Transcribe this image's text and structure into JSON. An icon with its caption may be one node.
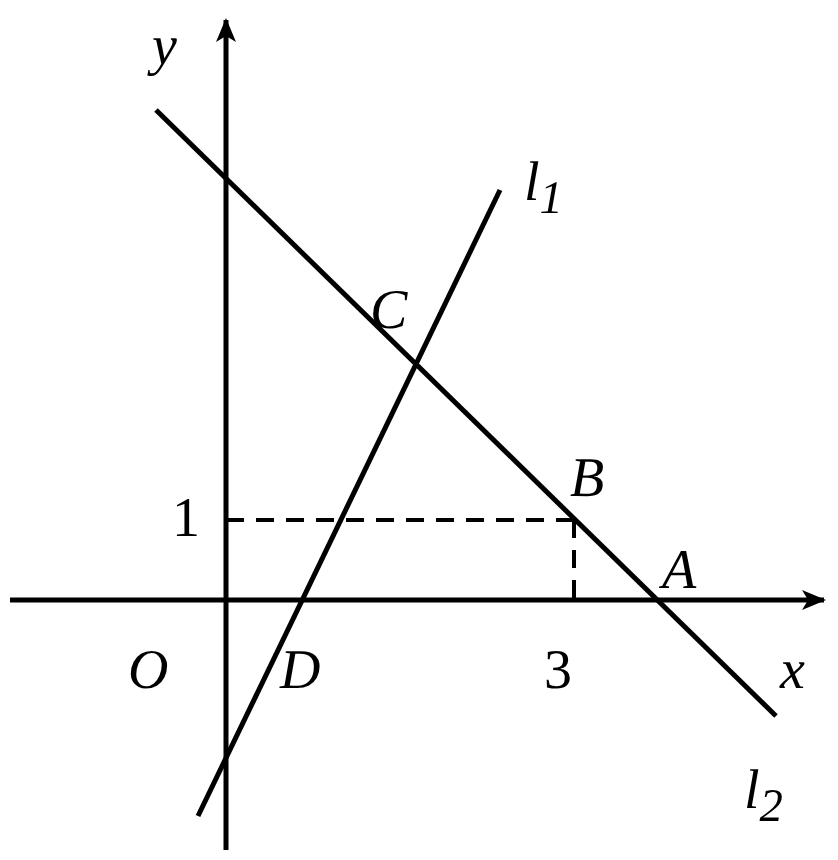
{
  "diagram": {
    "labels": [
      "y",
      "l$_{1}$",
      "C",
      "B",
      "1",
      "A",
      "O",
      "D",
      "3",
      "x",
      "l$_{2}$"
    ]
  }
}
